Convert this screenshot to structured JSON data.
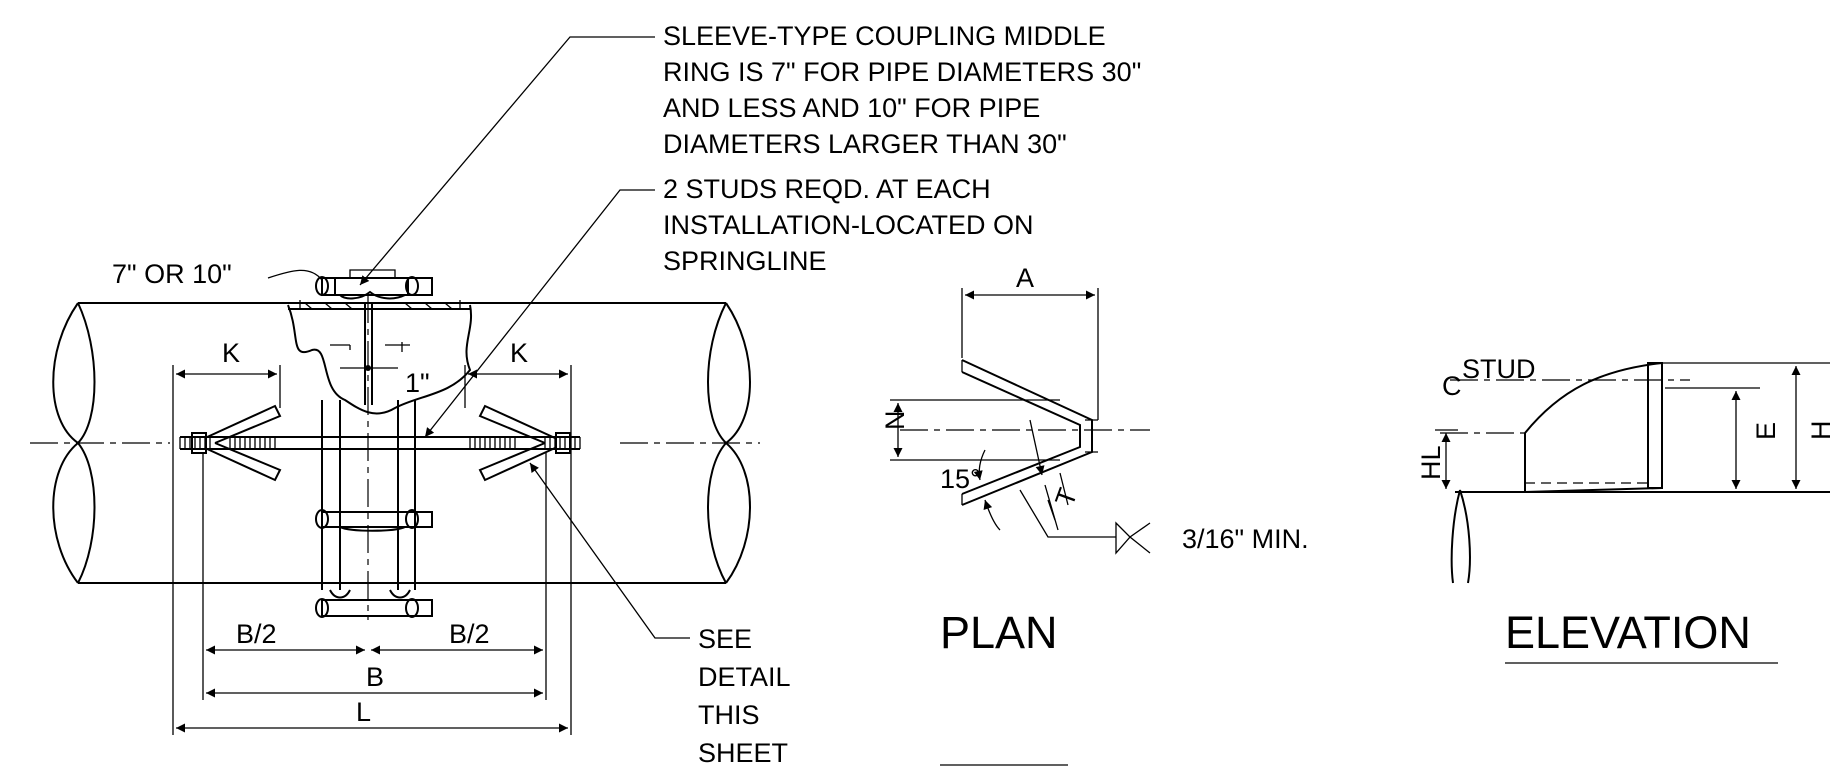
{
  "notes": {
    "coupling": [
      "SLEEVE-TYPE COUPLING MIDDLE",
      "RING IS 7\" FOR PIPE DIAMETERS 30\"",
      "AND LESS AND 10\" FOR PIPE",
      "DIAMETERS LARGER THAN 30\""
    ],
    "studs": [
      "2 STUDS REQD. AT EACH",
      "INSTALLATION-LOCATED ON",
      "SPRINGLINE"
    ],
    "see_detail": [
      "SEE",
      "DETAIL",
      "THIS",
      "SHEET"
    ]
  },
  "dims": {
    "ring": "7\" OR 10\"",
    "k": "K",
    "gap": "1\"",
    "half_b": "B/2",
    "b": "B",
    "l": "L",
    "a": "A",
    "n": "N",
    "angle": "15°",
    "t": "T",
    "weld": "3/16\" MIN.",
    "stud": "STUD",
    "cl_symbol": "C",
    "e": "E",
    "h": "H",
    "hl": "HL"
  },
  "titles": {
    "plan": "PLAN",
    "elevation": "ELEVATION"
  }
}
